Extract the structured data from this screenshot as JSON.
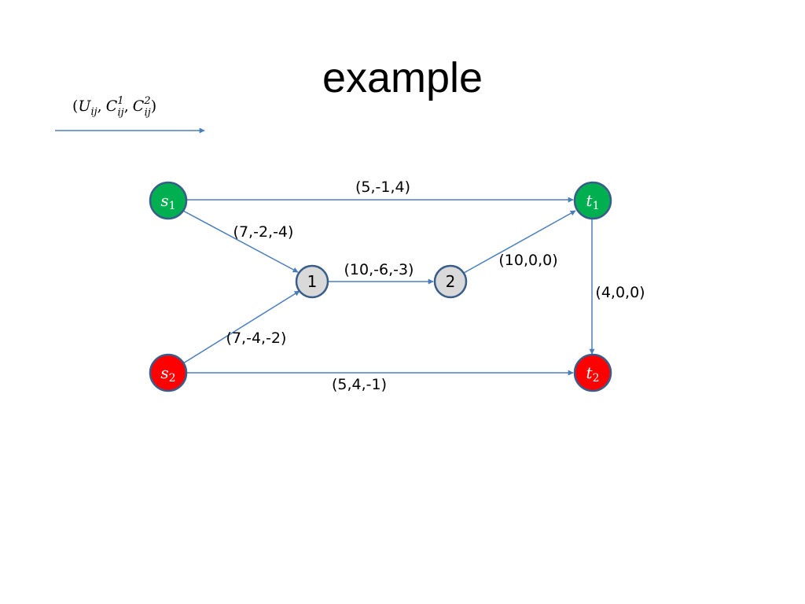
{
  "slide": {
    "title": "example"
  },
  "legend": {
    "open": "(",
    "u": "U",
    "u_sub": "ij",
    "c": "C",
    "c1_sup": "1",
    "c1_sub": "ij",
    "c2_sup": "2",
    "c2_sub": "ij",
    "comma": ",",
    "close": ")"
  },
  "nodes": {
    "s1": {
      "base": "s",
      "sub": "1",
      "color": "#00b050"
    },
    "s2": {
      "base": "s",
      "sub": "2",
      "color": "#ff0000"
    },
    "t1": {
      "base": "t",
      "sub": "1",
      "color": "#00b050"
    },
    "t2": {
      "base": "t",
      "sub": "2",
      "color": "#ff0000"
    },
    "n1": {
      "label": "1",
      "color": "#d9d9d9"
    },
    "n2": {
      "label": "2",
      "color": "#d9d9d9"
    }
  },
  "edges": {
    "s1_t1": "(5,-1,4)",
    "s1_n1": "(7,-2,-4)",
    "n1_n2": "(10,-6,-3)",
    "n2_t1": "(10,0,0)",
    "t1_t2": "(4,0,0)",
    "s2_n1": "(7,-4,-2)",
    "s2_t2": "(5,4,-1)"
  },
  "colors": {
    "edge": "#4a7ebb",
    "node_border": "#385d8a",
    "node_text_light": "#ffffff",
    "node_text_dark": "#000000"
  }
}
